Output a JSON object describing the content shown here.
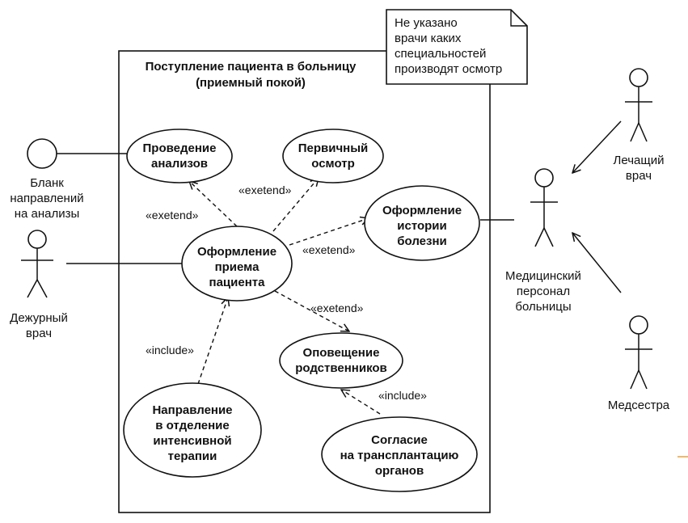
{
  "system": {
    "title_line1": "Поступление пациента в больницу",
    "title_line2": "(приемный покой)"
  },
  "note": {
    "lines": [
      "Не указано",
      "врачи каких",
      "специальностей",
      "производят осмотр"
    ]
  },
  "use_cases": {
    "analyses": [
      "Проведение",
      "анализов"
    ],
    "primary_exam": [
      "Первичный",
      "осмотр"
    ],
    "admission": [
      "Оформление",
      "приема",
      "пациента"
    ],
    "history": [
      "Оформление",
      "истории",
      "болезни"
    ],
    "notify": [
      "Оповещение",
      "родственников"
    ],
    "icu": [
      "Направление",
      "в отделение",
      "интенсивной",
      "терапии"
    ],
    "consent": [
      "Согласие",
      "на трансплантацию",
      "органов"
    ]
  },
  "actors": {
    "duty_doctor": [
      "Дежурный",
      "врач"
    ],
    "medical_staff": [
      "Медицинский",
      "персонал",
      "больницы"
    ],
    "attending_doctor": [
      "Лечащий",
      "врач"
    ],
    "nurse": [
      "Медсестра"
    ]
  },
  "interface": {
    "referral_form": [
      "Бланк",
      "направлений",
      "на анализы"
    ]
  },
  "relations": {
    "extend_analyses": "«exetend»",
    "extend_primary": "«exetend»",
    "extend_history": "«exetend»",
    "extend_notify": "«exetend»",
    "include_icu": "«include»",
    "include_consent": "«include»"
  },
  "colors": {
    "stroke": "#111111",
    "background": "#ffffff",
    "accent_edge": "#e8a33c"
  }
}
